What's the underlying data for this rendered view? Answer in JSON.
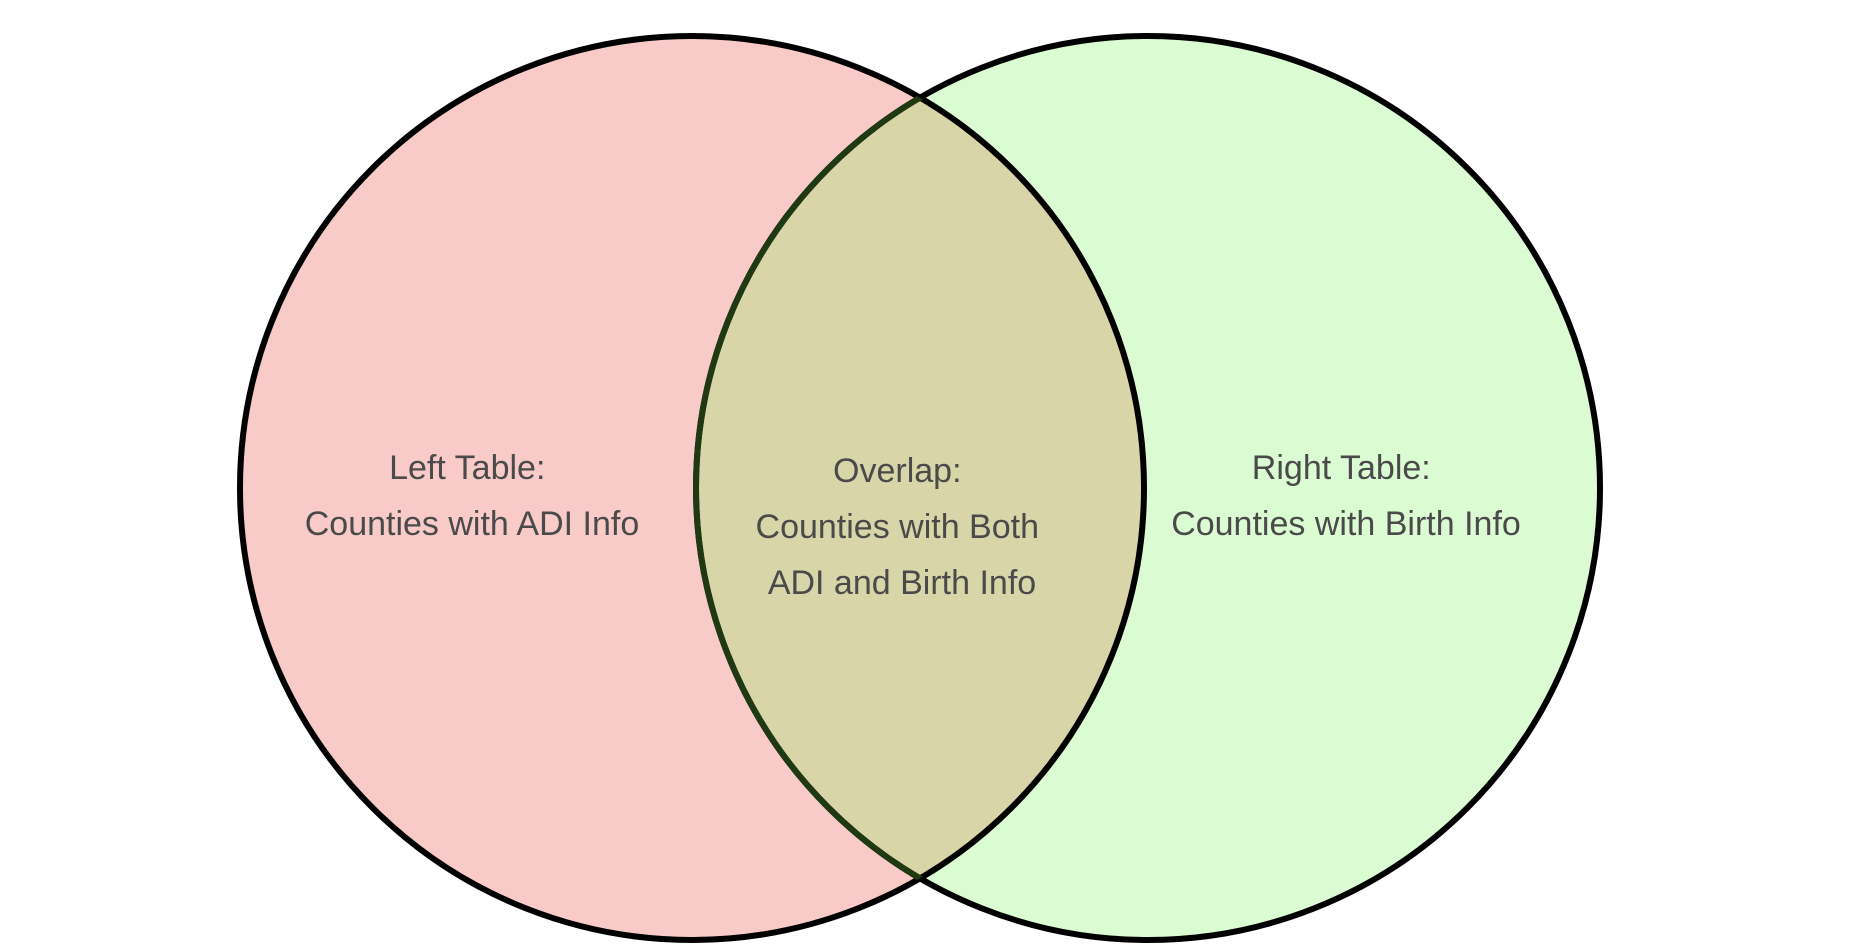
{
  "diagram": {
    "type": "venn",
    "left_set": {
      "lines": [
        "Left Table:",
        "Counties with ADI Info"
      ],
      "fill": "#f8cbc8"
    },
    "right_set": {
      "lines": [
        "Right Table:",
        "Counties with Birth Info"
      ],
      "fill": "#dbfbd2"
    },
    "overlap": {
      "lines": [
        "Overlap:",
        "Counties with Both",
        "ADI and Birth Info"
      ],
      "fill": "#d8d6a8"
    },
    "colors": {
      "outline": "#000000",
      "overlap_outline": "#1f3a12",
      "text": "#4a4a4a"
    }
  }
}
